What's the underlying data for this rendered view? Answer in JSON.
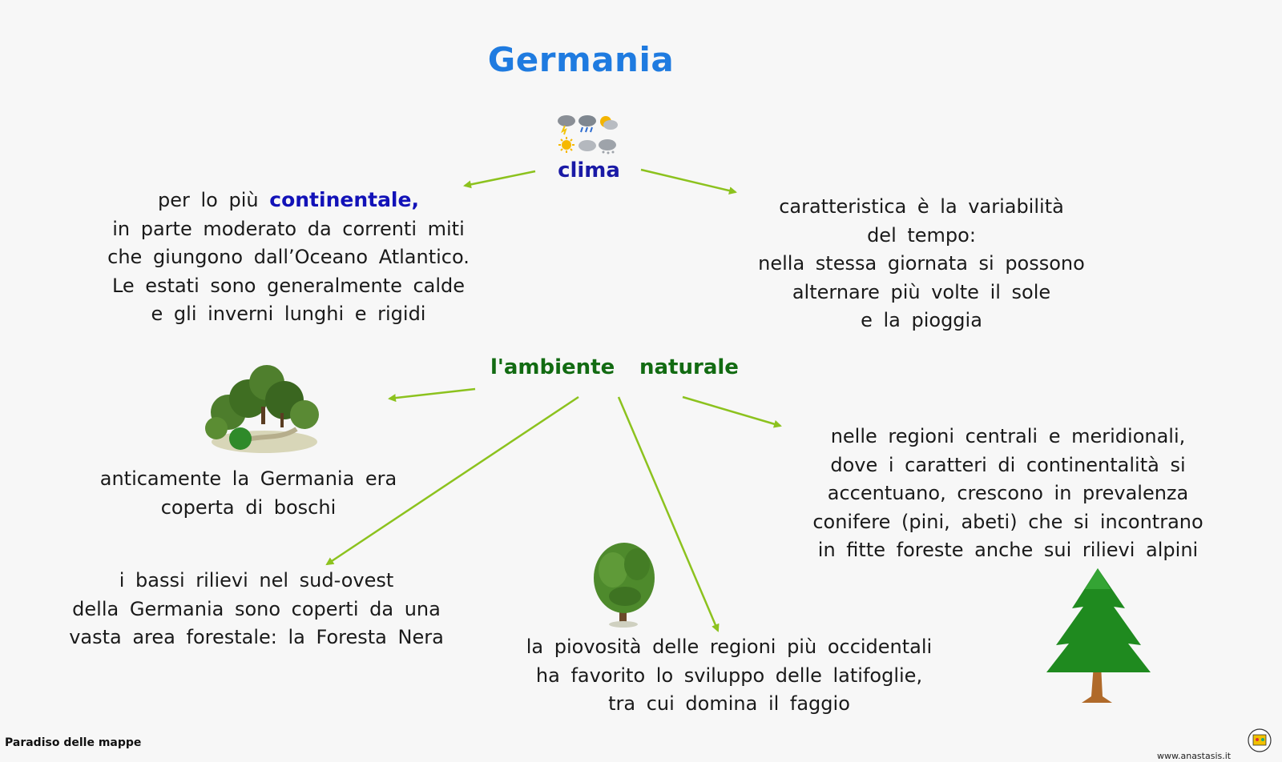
{
  "title": "Germania",
  "nodes": {
    "clima": "clima",
    "ambiente": "l'ambiente",
    "naturale": "naturale"
  },
  "clima_left": {
    "line1_pre": "per lo più",
    "line1_highlight": "continentale,",
    "line2": "in parte moderato da correnti miti",
    "line3": "che giungono dall’Oceano Atlantico.",
    "line4": "Le estati sono generalmente calde",
    "line5": "e gli inverni lunghi e rigidi"
  },
  "clima_right": {
    "line1": "caratteristica è la variabilità",
    "line2": "del tempo:",
    "line3": "nella stessa giornata si possono",
    "line4": "alternare più volte il sole",
    "line5": "e la pioggia"
  },
  "boschi": {
    "line1": "anticamente la Germania era",
    "line2": "coperta di boschi"
  },
  "foresta_nera": {
    "line1": "i bassi rilievi nel sud-ovest",
    "line2": "della Germania sono coperti da una",
    "line3": "vasta area forestale: la Foresta Nera"
  },
  "latifoglie": {
    "line1": "la piovosità delle regioni più occidentali",
    "line2": "ha favorito lo sviluppo delle latifoglie,",
    "line3": "tra cui domina il faggio"
  },
  "conifere": {
    "line1": "nelle regioni centrali e meridionali,",
    "line2": "dove i caratteri di continentalità si",
    "line3": "accentuano, crescono in prevalenza",
    "line4": "conifere (pini, abeti) che si incontrano",
    "line5": "in fitte foreste anche sui rilievi alpini"
  },
  "footer": {
    "left": "Paradiso delle mappe",
    "right": "www.anastasis.it"
  },
  "colors": {
    "title": "#1f7be0",
    "clima": "#1a1aa6",
    "ambiente": "#126b12",
    "highlight": "#1212b8",
    "arrow": "#8cc21e"
  },
  "icons": [
    "weather-icon",
    "bushes-icon",
    "deciduous-tree-icon",
    "fir-tree-icon",
    "supermappe-logo-icon"
  ]
}
